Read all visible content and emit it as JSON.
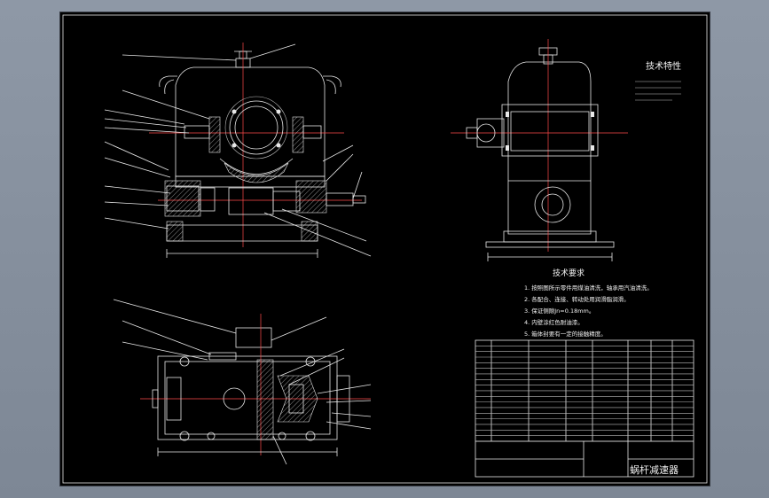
{
  "colors": {
    "background": "#8e98a6",
    "sheet": "#000000",
    "line": "#e8e8e8",
    "accent": "#ff4a4a"
  },
  "tech_spec": {
    "title": "技术特性"
  },
  "tech_requirements": {
    "title": "技术要求",
    "items": [
      "1. 按照图所示零件用煤油清洗，轴承用汽油清洗。",
      "2. 各配合、连接、转动处用润滑脂润滑。",
      "3. 保证侧隙Jn=0.18mm。",
      "4. 内壁涂红色耐油漆。",
      "5. 箱体封要有一定的接触精度。"
    ]
  },
  "title_block": {
    "drawing_title": "蜗杆减速器"
  }
}
